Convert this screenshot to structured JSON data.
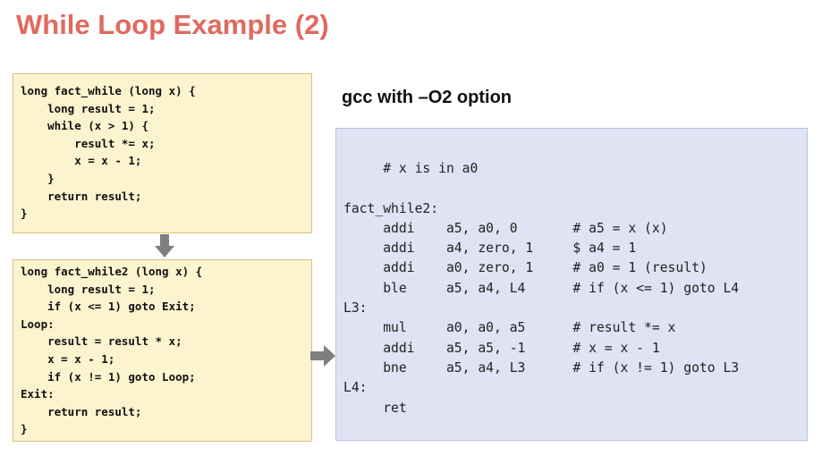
{
  "slide": {
    "title": "While Loop Example (2)",
    "asm_label": "gcc with –O2 option"
  },
  "code1": "long fact_while (long x) {\n    long result = 1;\n    while (x > 1) {\n        result *= x;\n        x = x - 1;\n    }\n    return result;\n}",
  "code2": "long fact_while2 (long x) {\n    long result = 1;\n    if (x <= 1) goto Exit;\nLoop:\n    result = result * x;\n    x = x - 1;\n    if (x != 1) goto Loop;\nExit:\n    return result;\n}",
  "asm": "     # x is in a0\n\nfact_while2:\n     addi    a5, a0, 0       # a5 = x (x)\n     addi    a4, zero, 1     $ a4 = 1\n     addi    a0, zero, 1     # a0 = 1 (result)\n     ble     a5, a4, L4      # if (x <= 1) goto L4\nL3:\n     mul     a0, a0, a5      # result *= x\n     addi    a5, a5, -1      # x = x - 1\n     bne     a5, a4, L3      # if (x != 1) goto L3\nL4:\n     ret",
  "colors": {
    "title": "#e06a60",
    "code_box_bg": "#fcf3cf",
    "asm_box_bg": "#dfe3f3",
    "arrow": "#7f7f7f"
  },
  "icons": {
    "down_arrow": "arrow-down-icon",
    "right_arrow": "arrow-right-icon"
  }
}
